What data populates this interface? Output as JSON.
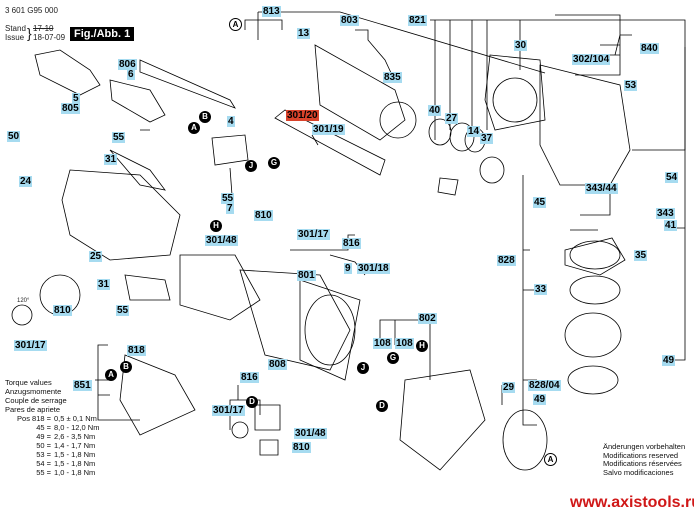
{
  "header": {
    "part_number": "3 601 G95 000",
    "stand_label": "Stand",
    "issue_label": "Issue",
    "stand_value": "17-10",
    "issue_value": "18-07-09",
    "figure": "Fig./Abb. 1"
  },
  "colors": {
    "label_bg": "#a6dbf0",
    "highlight_bg": "#d9432b",
    "site_text": "#d01818"
  },
  "labels": {
    "p813": "813",
    "p803": "803",
    "p821": "821",
    "p13": "13",
    "p835": "835",
    "p30": "30",
    "p840": "840",
    "p302_104": "302/104",
    "p806": "806",
    "p6": "6",
    "p5": "5",
    "p805": "805",
    "p53": "53",
    "p40": "40",
    "p27": "27",
    "p14": "14",
    "p37": "37",
    "p50": "50",
    "p55a": "55",
    "p31a": "31",
    "p4": "4",
    "p301_20": "301/20",
    "p301_19": "301/19",
    "p24": "24",
    "p45": "45",
    "p343_44": "343/44",
    "p54": "54",
    "p343": "343",
    "p41": "41",
    "p55b": "55",
    "p7": "7",
    "p810a": "810",
    "p301_48a": "301/48",
    "p301_17a": "301/17",
    "p816a": "816",
    "p25": "25",
    "p9": "9",
    "p301_18": "301/18",
    "p828": "828",
    "p35": "35",
    "p801": "801",
    "p31b": "31",
    "p33": "33",
    "p810b": "810",
    "p55c": "55",
    "p802": "802",
    "p301_17b": "301/17",
    "p108a": "108",
    "p108b": "108",
    "p818": "818",
    "p808": "808",
    "p49a": "49",
    "p851": "851",
    "p816b": "816",
    "p29": "29",
    "p828_04": "828/04",
    "p49b": "49",
    "p301_17c": "301/17",
    "p301_48b": "301/48",
    "p810c": "810"
  },
  "bubbles": {
    "A": "A",
    "B": "B",
    "G": "G",
    "H": "H",
    "J": "J",
    "D": "D"
  },
  "angle_note": "120°",
  "torque": {
    "titles": [
      "Torque values",
      "Anzugsmomente",
      "Couple de serrage",
      "Pares de apriete"
    ],
    "rows": [
      {
        "pos": "Pos 818 =",
        "value": "0,5 ± 0,1 Nm"
      },
      {
        "pos": "45 =",
        "value": "8,0 - 12,0 Nm"
      },
      {
        "pos": "49 =",
        "value": "2,6 - 3,5 Nm"
      },
      {
        "pos": "50 =",
        "value": "1,4 - 1,7 Nm"
      },
      {
        "pos": "53 =",
        "value": "1,5 - 1,8 Nm"
      },
      {
        "pos": "54 =",
        "value": "1,5 - 1,8 Nm"
      },
      {
        "pos": "55 =",
        "value": "1,0 - 1,8 Nm"
      }
    ]
  },
  "modifications": [
    "Änderungen vorbehalten",
    "Modifications reserved",
    "Modifications réservées",
    "Salvo modificaciones"
  ],
  "website": "www.axistools.ru"
}
